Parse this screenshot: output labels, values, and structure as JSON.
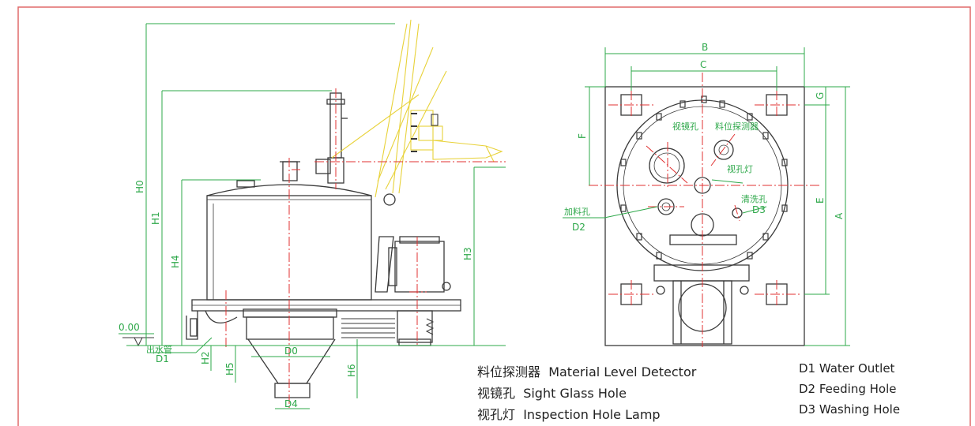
{
  "side_view": {
    "dims": {
      "H0": "H0",
      "H1": "H1",
      "H4": "H4",
      "H3": "H3",
      "H2": "H2",
      "H5": "H5",
      "H6": "H6",
      "D0": "D0",
      "D4": "D4",
      "D1": "D1",
      "zero": "0.00",
      "outlet_cn": "出水管"
    }
  },
  "top_view": {
    "dims": {
      "B": "B",
      "C": "C",
      "F": "F",
      "G": "G",
      "E": "E",
      "A": "A"
    },
    "labels": {
      "sight_glass": "视镜孔",
      "level_detector": "料位探测器",
      "lamp": "视孔灯",
      "feed": "加料孔",
      "D2": "D2",
      "wash": "清洗孔",
      "D3": "D3"
    }
  },
  "legend": {
    "left": [
      {
        "cn": "料位探测器",
        "en": "Material Level Detector"
      },
      {
        "cn": "视镜孔",
        "en": "Sight Glass Hole"
      },
      {
        "cn": "视孔灯",
        "en": "Inspection Hole Lamp"
      }
    ],
    "right": [
      "D1 Water Outlet",
      "D2 Feeding Hole",
      "D3 Washing Hole"
    ]
  },
  "colors": {
    "frame": "#e06a6a",
    "outline": "#3a3a3a",
    "dimension": "#2ea84a",
    "centerline": "#e03030",
    "hinged_lid": "#e8d23a"
  }
}
